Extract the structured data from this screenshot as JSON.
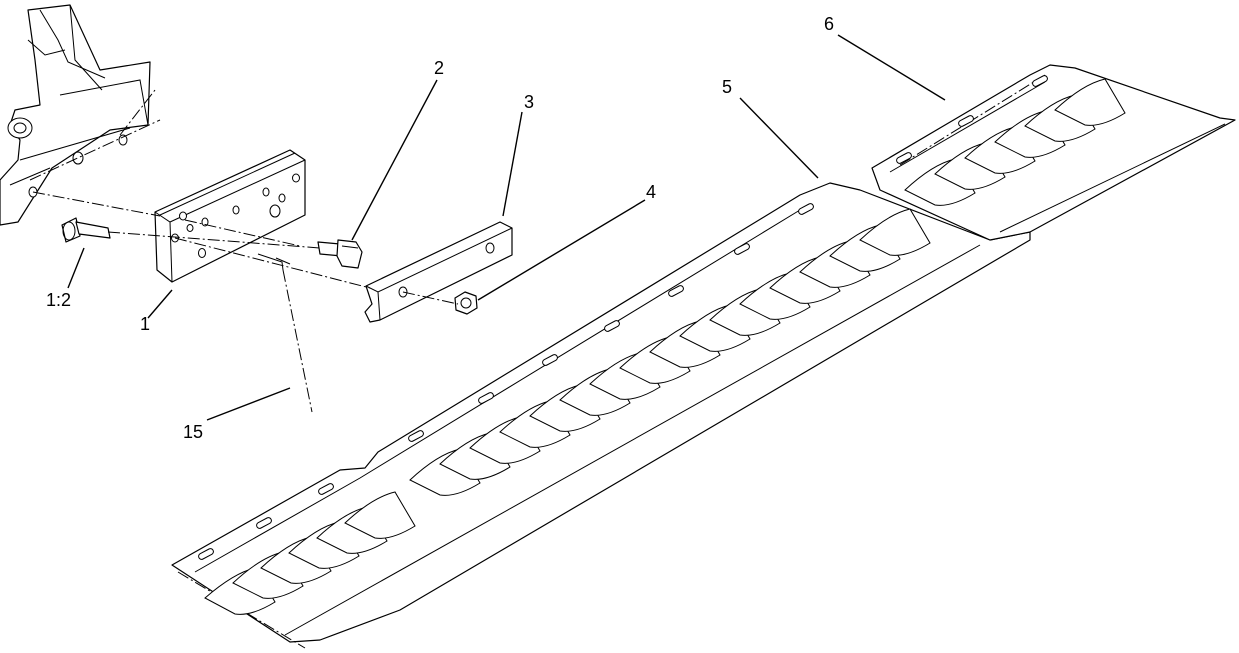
{
  "diagram": {
    "callouts": [
      {
        "id": "c1",
        "label": "1"
      },
      {
        "id": "c12",
        "label": "1:2"
      },
      {
        "id": "c2",
        "label": "2"
      },
      {
        "id": "c3",
        "label": "3"
      },
      {
        "id": "c4",
        "label": "4"
      },
      {
        "id": "c5",
        "label": "5"
      },
      {
        "id": "c6",
        "label": "6"
      },
      {
        "id": "c15",
        "label": "15"
      }
    ]
  },
  "colors": {
    "line": "#000000",
    "background": "#ffffff"
  }
}
